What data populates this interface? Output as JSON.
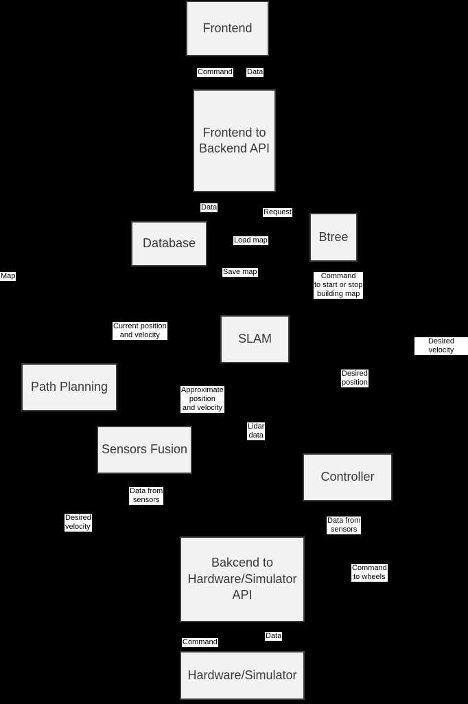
{
  "diagram": {
    "background_color": "#000000",
    "node_fill_color": "#f2f2f2",
    "node_border_color": "#3c3c3c",
    "node_text_color": "#383838",
    "edge_label_bg_color": "#ffffff",
    "edge_label_text_color": "#000000"
  },
  "nodes": {
    "frontend": {
      "label": "Frontend"
    },
    "frontend_backend_api": {
      "label": "Frontend to\nBackend API"
    },
    "database": {
      "label": "Database"
    },
    "btree": {
      "label": "Btree"
    },
    "slam": {
      "label": "SLAM"
    },
    "path_planning": {
      "label": "Path Planning"
    },
    "sensors_fusion": {
      "label": "Sensors Fusion"
    },
    "controller": {
      "label": "Controller"
    },
    "backend_hw_api": {
      "label": "Bakcend to\nHardware/Simulator\nAPI"
    },
    "hardware_simulator": {
      "label": "Hardware/Simulator"
    }
  },
  "edge_labels": {
    "command_top": {
      "label": "Command"
    },
    "data_top": {
      "label": "Data"
    },
    "data_mid": {
      "label": "Data"
    },
    "request": {
      "label": "Request"
    },
    "load_map": {
      "label": "Load map"
    },
    "save_map": {
      "label": "Save map"
    },
    "map": {
      "label": "Map"
    },
    "command_start_stop": {
      "label": "Command\nto start or stop\nbuilding map"
    },
    "current_position": {
      "label": "Current position\nand velocity"
    },
    "desired_velocity_right": {
      "label": "Desired velocity"
    },
    "desired_position": {
      "label": "Desired\nposition"
    },
    "approximate_position": {
      "label": "Approximate\nposition\nand velocity"
    },
    "lidar_data": {
      "label": "Lidar\ndata"
    },
    "data_from_sensors_left": {
      "label": "Data from\nsensors"
    },
    "desired_velocity_left": {
      "label": "Desired\nvelocity"
    },
    "data_from_sensors_right": {
      "label": "Data from\nsensors"
    },
    "command_to_wheels": {
      "label": "Command\nto wheels"
    },
    "data_bottom": {
      "label": "Data"
    },
    "command_bottom": {
      "label": "Command"
    }
  }
}
